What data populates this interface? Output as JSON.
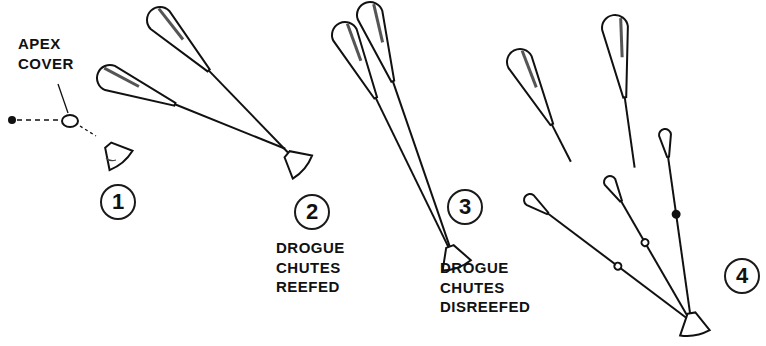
{
  "diagram": {
    "nodes": [
      {
        "text": [
          "1"
        ]
      },
      {
        "text": [
          "2"
        ]
      },
      {
        "text": [
          "3"
        ]
      },
      {
        "text": [
          "4"
        ]
      }
    ],
    "labels": [
      "APEX COVER",
      "DROGUE CHUTES REEFED",
      "DROGUE CHUTES DISREEFED"
    ]
  }
}
